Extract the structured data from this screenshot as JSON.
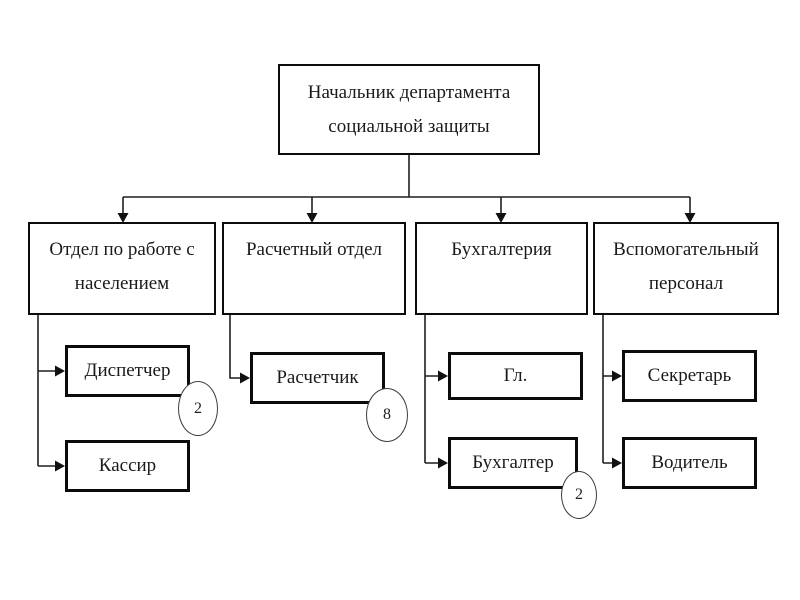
{
  "org_chart": {
    "root": {
      "label": "Начальник департамента социальной защиты"
    },
    "departments": [
      {
        "label": "Отдел по работе с населением",
        "children": [
          {
            "label": "Диспетчер",
            "count": "2"
          },
          {
            "label": "Кассир"
          }
        ]
      },
      {
        "label": "Расчетный отдел",
        "children": [
          {
            "label": "Расчетчик",
            "count": "8"
          }
        ]
      },
      {
        "label": "Бухгалтерия",
        "children": [
          {
            "label": "Гл."
          },
          {
            "label": "Бухгалтер",
            "count": "2"
          }
        ]
      },
      {
        "label": "Вспомогательный персонал",
        "children": [
          {
            "label": "Секретарь"
          },
          {
            "label": "Водитель"
          }
        ]
      }
    ],
    "colors": {
      "background": "#ffffff",
      "box_border": "#0b0b0b",
      "connector": "#1f1f1f",
      "text": "#1a1a1a"
    }
  }
}
